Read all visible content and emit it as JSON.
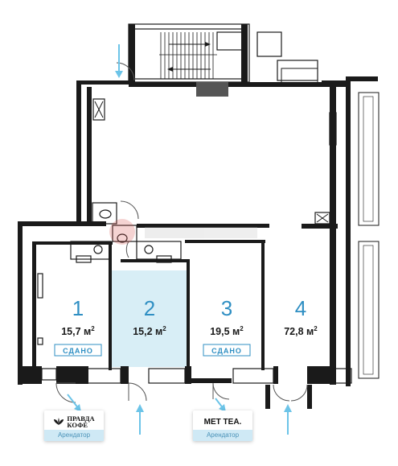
{
  "units": [
    {
      "number": "1",
      "area": "15,7 м",
      "sup": "2",
      "status": "СДАНО",
      "highlighted": false
    },
    {
      "number": "2",
      "area": "15,2 м",
      "sup": "2",
      "status": "",
      "highlighted": true
    },
    {
      "number": "3",
      "area": "19,5 м",
      "sup": "2",
      "status": "СДАНО",
      "highlighted": false
    },
    {
      "number": "4",
      "area": "72,8 м",
      "sup": "2",
      "status": "",
      "highlighted": false
    }
  ],
  "tenants": [
    {
      "name_line1": "ПРАВДА",
      "name_line2": "КОФЕ",
      "role": "Арендатор",
      "logo": "leaf-icon"
    },
    {
      "name_line1": "MET TEA.",
      "name_line2": "",
      "role": "Арендатор",
      "logo": ""
    }
  ],
  "colors": {
    "highlight_fill": "#d8eef6",
    "number_blue": "#2f8fc3",
    "arrow_blue": "#6cc4e8",
    "wall": "#1a1a1a"
  }
}
